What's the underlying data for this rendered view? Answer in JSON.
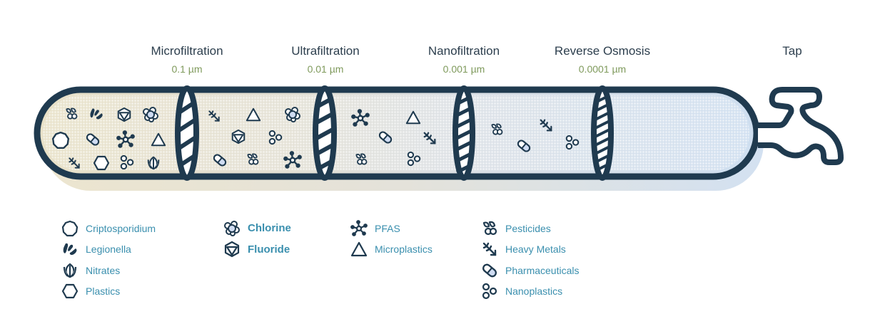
{
  "stages": [
    {
      "name": "Microfiltration",
      "size": "0.1 µm"
    },
    {
      "name": "Ultrafiltration",
      "size": "0.01 µm"
    },
    {
      "name": "Nanofiltration",
      "size": "0.001 µm"
    },
    {
      "name": "Reverse Osmosis",
      "size": "0.0001 µm"
    }
  ],
  "tap": {
    "label": "Tap"
  },
  "colors": {
    "outline": "#1f3a4f",
    "stage_name": "#2c3e4d",
    "stage_size": "#7f9a5c",
    "legend_text": "#3a8fae",
    "fill_start": "#e6dfc7",
    "fill_end": "#cfe0f0"
  },
  "legend": {
    "columns": [
      [
        {
          "icon": "criptosporidium-icon",
          "label": "Criptosporidium"
        },
        {
          "icon": "legionella-icon",
          "label": "Legionella"
        },
        {
          "icon": "nitrates-icon",
          "label": "Nitrates"
        },
        {
          "icon": "plastics-icon",
          "label": "Plastics"
        }
      ],
      [
        {
          "icon": "chlorine-icon",
          "label": "Chlorine"
        },
        {
          "icon": "fluoride-icon",
          "label": "Fluoride"
        }
      ],
      [
        {
          "icon": "pfas-icon",
          "label": "PFAS"
        },
        {
          "icon": "microplastics-icon",
          "label": "Microplastics"
        }
      ],
      [
        {
          "icon": "pesticides-icon",
          "label": "Pesticides"
        },
        {
          "icon": "heavy-metals-icon",
          "label": "Heavy Metals"
        },
        {
          "icon": "pharmaceuticals-icon",
          "label": "Pharmaceuticals"
        },
        {
          "icon": "nanoplastics-icon",
          "label": "Nanoplastics"
        }
      ]
    ]
  }
}
